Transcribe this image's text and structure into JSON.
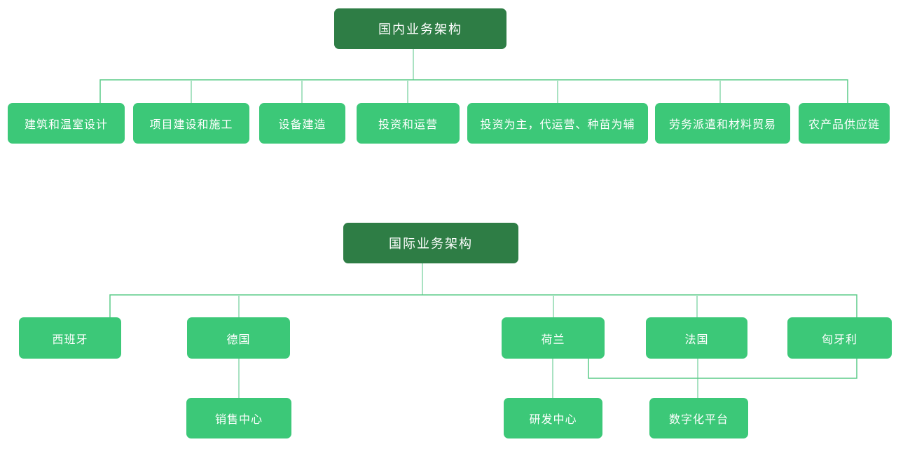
{
  "diagram": {
    "colors": {
      "root_fill": "#2e7d45",
      "node_fill": "#3cc878",
      "text": "#ffffff",
      "connector_dark": "#5bcc88",
      "connector_light": "#a9e2c2"
    },
    "domestic": {
      "root": "国内业务架构",
      "children": [
        "建筑和温室设计",
        "项目建设和施工",
        "设备建造",
        "投资和运营",
        "投资为主，代运营、种苗为辅",
        "劳务派遣和材料贸易",
        "农产品供应链"
      ]
    },
    "international": {
      "root": "国际业务架构",
      "children": [
        "西班牙",
        "德国",
        "荷兰",
        "法国",
        "匈牙利"
      ],
      "sub": {
        "germany": "销售中心",
        "netherlands": "研发中心",
        "france": "数字化平台"
      }
    }
  }
}
